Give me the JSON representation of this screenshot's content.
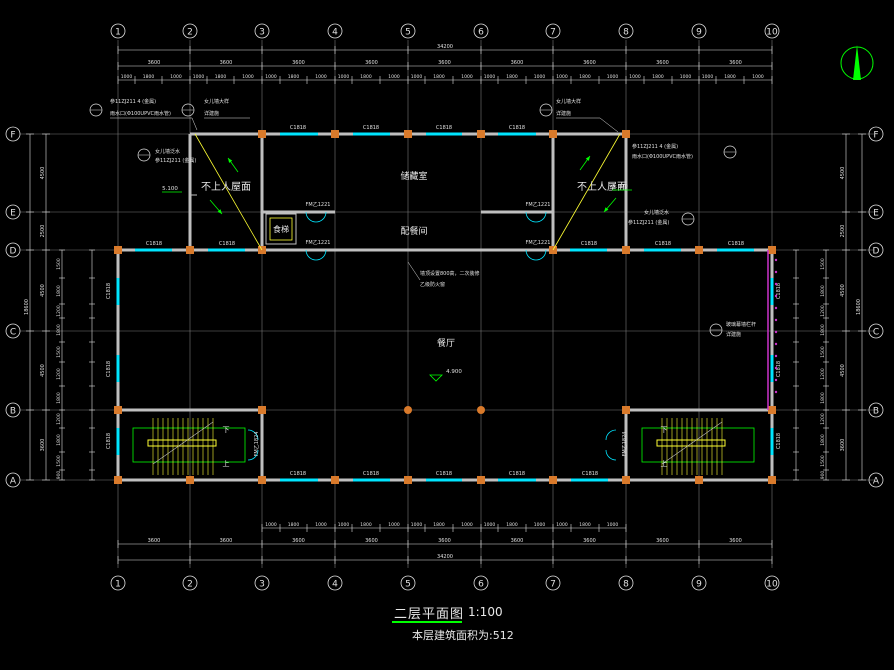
{
  "axes_h": [
    "1",
    "2",
    "3",
    "4",
    "5",
    "6",
    "7",
    "8",
    "9",
    "10"
  ],
  "axes_v": [
    "F",
    "E",
    "D",
    "C",
    "B",
    "A"
  ],
  "dims": {
    "top_total": "34200",
    "top_mid": [
      "3600",
      "3600",
      "3600",
      "3600",
      "3600",
      "3600",
      "3600",
      "3600",
      "3600"
    ],
    "top_small": [
      "1000",
      "1800",
      "1000",
      "1000",
      "1800",
      "1000",
      "1000",
      "1800",
      "1000",
      "1000",
      "1800",
      "1000",
      "1000",
      "1800",
      "1000",
      "1000",
      "1800",
      "1000",
      "1000",
      "1800",
      "1000",
      "1000",
      "1800",
      "1000",
      "1000",
      "1800",
      "1000"
    ],
    "bottom_small": [
      "1000",
      "1800",
      "1000",
      "1000",
      "1800",
      "1000",
      "1000",
      "1800",
      "1000",
      "1000",
      "1800",
      "1000"
    ],
    "bottom_mid": [
      "3600",
      "3600",
      "3600",
      "3600",
      "3600",
      "3600",
      "3600",
      "3600",
      "3600"
    ],
    "bottom_total": "34200",
    "left_mid": [
      "4500",
      "2500",
      "4500",
      "4500",
      "3600"
    ],
    "left_total": "18600",
    "right_mid": [
      "4500",
      "2500",
      "4500",
      "4500",
      "3600"
    ],
    "right_total": "18600",
    "side_small": [
      "1500",
      "1800",
      "1200",
      "1800",
      "1500",
      "1200",
      "1800",
      "1200",
      "1800",
      "1500",
      "900"
    ]
  },
  "rooms": {
    "storage": "储藏室",
    "servery": "配餐间",
    "dining": "餐厅",
    "kitchen": "食梯",
    "roof_left": "不上人屋面",
    "roof_right": "不上人屋面",
    "up": "上",
    "down": "下"
  },
  "labels": {
    "window": "C1818",
    "window2": "C1818",
    "door1": "FM乙1221",
    "door2": "FM乙1221",
    "door_stair": "FM乙1824",
    "elev_5100": "5.100",
    "elev_4900": "4.900",
    "note_left_top1": "参11ZJ211 4 (金属)",
    "note_left_top2": "雨水口(Φ100UPVC雨水管)",
    "note_left_roof": "女儿墙大样",
    "note_left_roof2": "详建施",
    "note_left_wall": "女儿墙泛水",
    "note_left_wall2": "参11ZJ211 (金属)",
    "note_right_top1": "参11ZJ211 4 (金属)",
    "note_right_top2": "雨水口(Φ100UPVC雨水管)",
    "note_right_roof": "女儿墙大样",
    "note_right_roof2": "详建施",
    "note_right_wall": "女儿墙泛水",
    "note_right_wall2": "参11ZJ211 (金属)",
    "note_center1": "墙顶设置800高，二次装修",
    "note_center2": "乙级防火窗",
    "note_right_side1": "玻璃幕墙栏杆",
    "note_right_side2": "详建施"
  },
  "title": {
    "name": "二层平面图",
    "scale": "1:100",
    "area": "本层建筑面积为:512"
  },
  "colors": {
    "grid": "#7a7a7a",
    "dim": "#e0e0e0",
    "wall": "#bfbfbf",
    "window": "#00e5ff",
    "column": "#d97a2b",
    "green": "#00ff00",
    "yellow": "#ffff33",
    "magenta": "#cc33cc"
  }
}
